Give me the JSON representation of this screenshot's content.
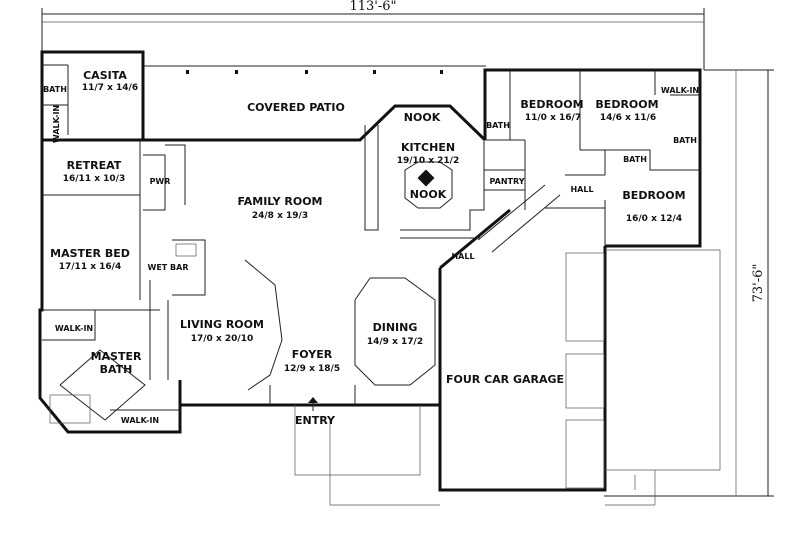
{
  "overall": {
    "width": "113'-6\"",
    "depth": "73'-6\""
  },
  "rooms": {
    "casita": {
      "name": "CASITA",
      "dims": "11/7 x 14/6"
    },
    "casita_bath": {
      "name": "BATH"
    },
    "casita_walkin": {
      "name": "WALK-IN"
    },
    "covered_patio": {
      "name": "COVERED PATIO"
    },
    "nook_top": {
      "name": "NOOK"
    },
    "kitchen": {
      "name": "KITCHEN",
      "dims": "19/10 x 21/2"
    },
    "nook_island": {
      "name": "NOOK"
    },
    "bath_a": {
      "name": "BATH"
    },
    "bedroom_1": {
      "name": "BEDROOM",
      "dims": "11/0 x 16/7"
    },
    "bedroom_2": {
      "name": "BEDROOM",
      "dims": "14/6 x 11/6"
    },
    "walkin_br2": {
      "name": "WALK-IN"
    },
    "bath_b": {
      "name": "BATH"
    },
    "bath_c": {
      "name": "BATH"
    },
    "pantry": {
      "name": "PANTRY"
    },
    "hall_upper": {
      "name": "HALL"
    },
    "bedroom_3": {
      "name": "BEDROOM",
      "dims": "16/0 x 12/4"
    },
    "retreat": {
      "name": "RETREAT",
      "dims": "16/11 x 10/3"
    },
    "pwr": {
      "name": "PWR"
    },
    "family_room": {
      "name": "FAMILY ROOM",
      "dims": "24/8 x 19/3"
    },
    "master_bed": {
      "name": "MASTER BED",
      "dims": "17/11 x 16/4"
    },
    "wet_bar": {
      "name": "WET BAR"
    },
    "hall_lower": {
      "name": "HALL"
    },
    "walkin_mb1": {
      "name": "WALK-IN"
    },
    "master_bath": {
      "name": "MASTER",
      "name2": "BATH"
    },
    "walkin_mb2": {
      "name": "WALK-IN"
    },
    "living_room": {
      "name": "LIVING ROOM",
      "dims": "17/0 x 20/10"
    },
    "dining": {
      "name": "DINING",
      "dims": "14/9 x 17/2"
    },
    "foyer": {
      "name": "FOYER",
      "dims": "12/9 x 18/5"
    },
    "garage": {
      "name": "FOUR CAR GARAGE"
    },
    "entry": {
      "name": "ENTRY"
    }
  }
}
